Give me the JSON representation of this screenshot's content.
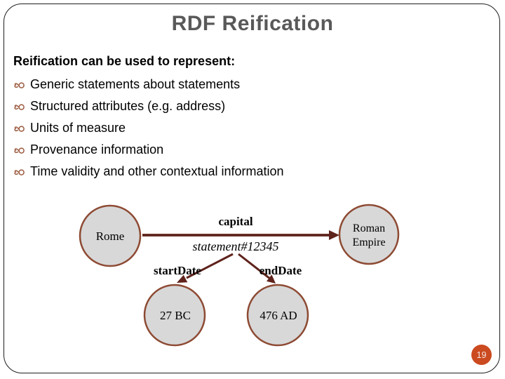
{
  "slide": {
    "title": "RDF Reification",
    "page_number": "19",
    "colors": {
      "title": "#595959",
      "frame_border": "#1f1f1f",
      "edge": "#5f231c",
      "node_border": "#8d4a33",
      "node_fill": "#d8d8d8",
      "bullet_icon": "#9d5c41",
      "page_badge": "#cb4a1f"
    }
  },
  "body": {
    "heading": "Reification can be used to represent:",
    "bullets": [
      {
        "label": "Generic statements about statements"
      },
      {
        "label": "Structured attributes (e.g. address)"
      },
      {
        "label": "Units of measure"
      },
      {
        "label": "Provenance information"
      },
      {
        "label": "Time validity and other contextual information"
      }
    ]
  },
  "diagram": {
    "nodes": {
      "subject": {
        "label": "Rome"
      },
      "object": {
        "line1": "Roman",
        "line2": "Empire"
      },
      "start_value": {
        "label": "27 BC"
      },
      "end_value": {
        "label": "476 AD"
      }
    },
    "labels": {
      "predicate": "capital",
      "statement_id": "statement#12345",
      "start_predicate": "startDate",
      "end_predicate": "endDate"
    }
  }
}
